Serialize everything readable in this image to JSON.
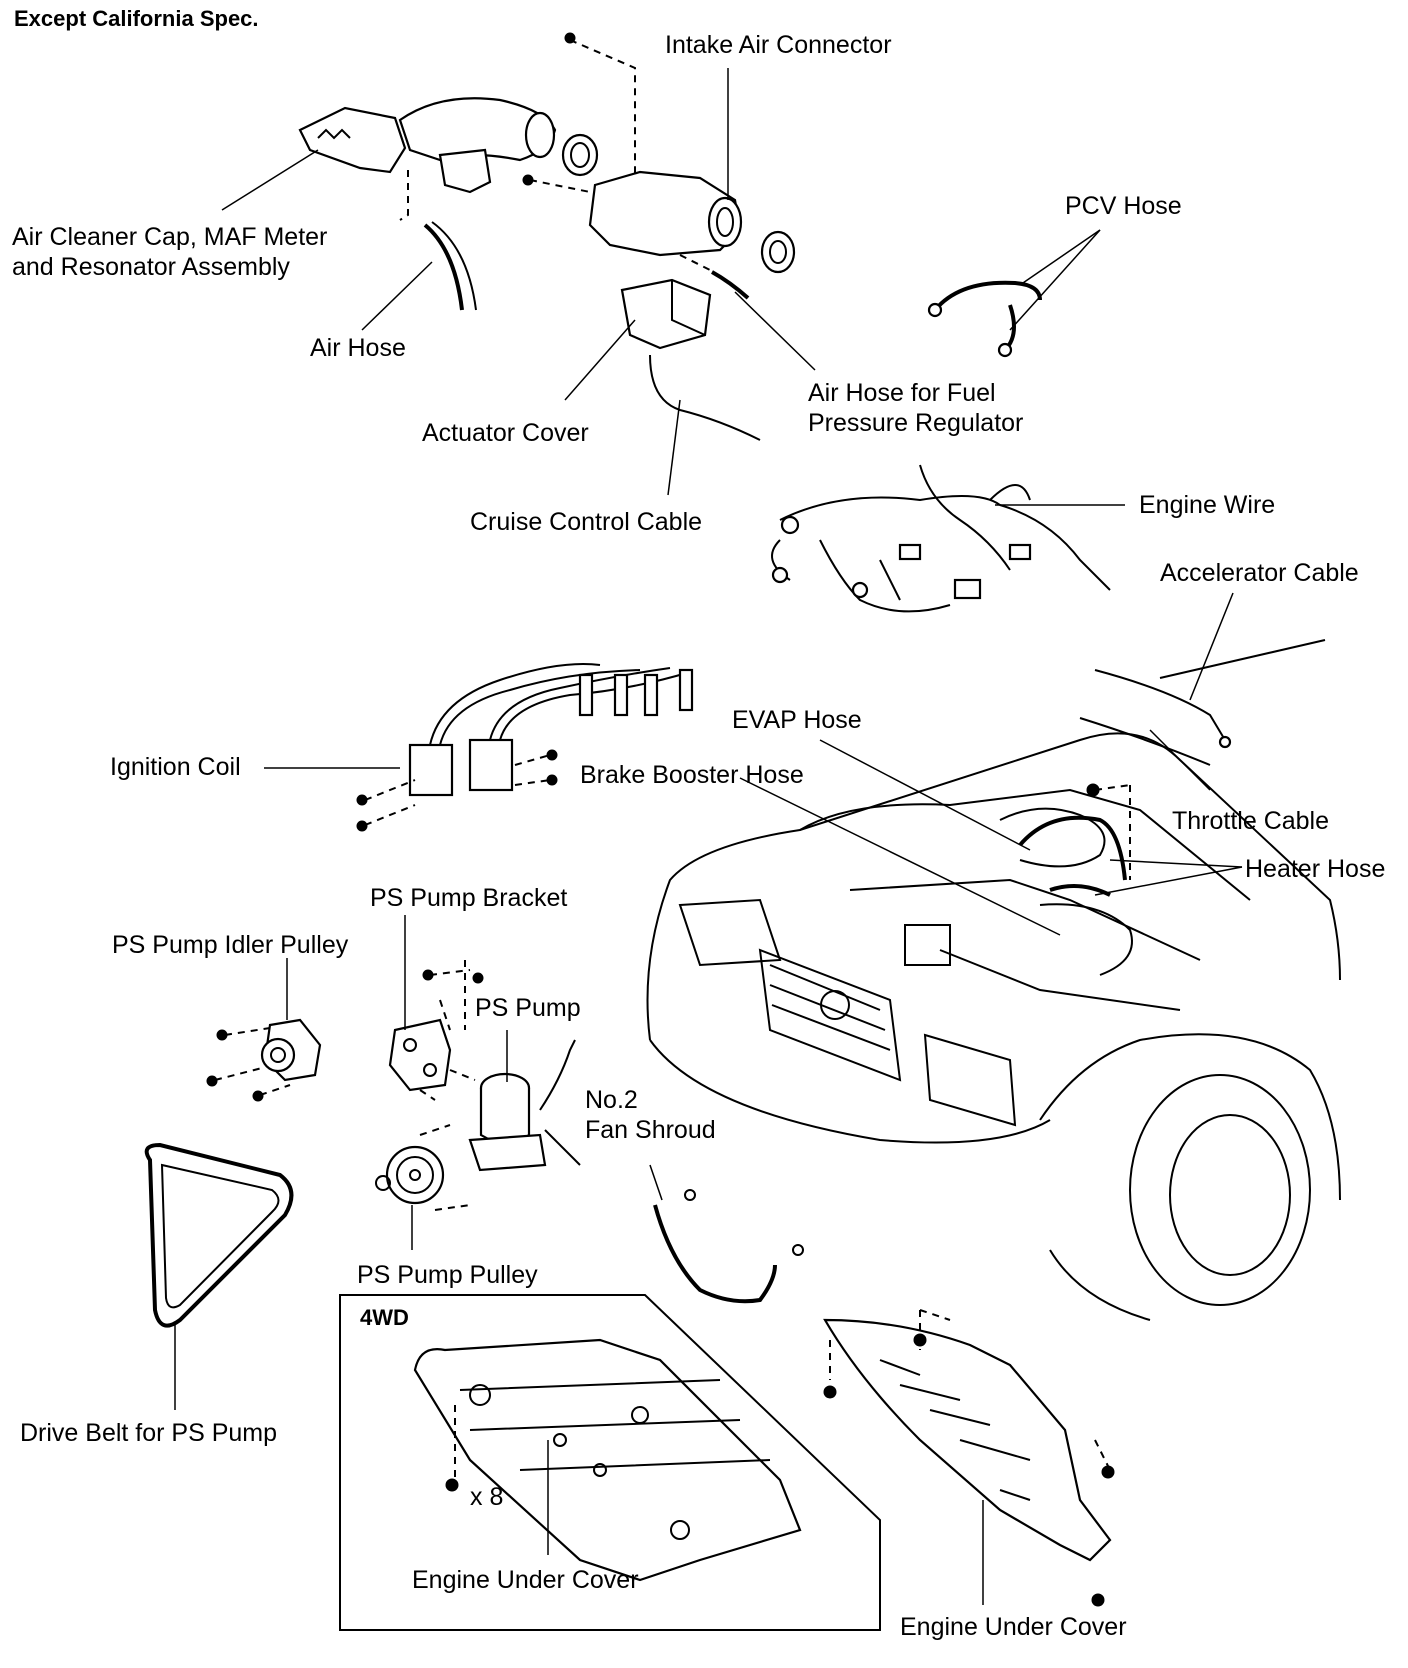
{
  "heading": "Except California Spec.",
  "labels": {
    "intake_air_connector": "Intake Air Connector",
    "air_cleaner_cap_line1": "Air Cleaner Cap, MAF Meter",
    "air_cleaner_cap_line2": "and Resonator Assembly",
    "air_hose": "Air Hose",
    "pcv_hose": "PCV Hose",
    "actuator_cover": "Actuator Cover",
    "air_hose_fuel_line1": "Air Hose for Fuel",
    "air_hose_fuel_line2": "Pressure Regulator",
    "cruise_control_cable": "Cruise Control Cable",
    "engine_wire": "Engine Wire",
    "accelerator_cable": "Accelerator Cable",
    "evap_hose": "EVAP Hose",
    "ignition_coil": "Ignition Coil",
    "brake_booster_hose": "Brake Booster Hose",
    "throttle_cable": "Throttle Cable",
    "heater_hose": "Heater Hose",
    "ps_pump_bracket": "PS Pump Bracket",
    "ps_pump_idler_pulley": "PS Pump Idler Pulley",
    "ps_pump": "PS Pump",
    "no2_fan_shroud_line1": "No.2",
    "no2_fan_shroud_line2": "Fan Shroud",
    "ps_pump_pulley": "PS Pump Pulley",
    "drive_belt": "Drive Belt for PS Pump",
    "engine_under_cover_4wd": "Engine Under Cover",
    "engine_under_cover": "Engine Under Cover"
  },
  "inset": {
    "title": "4WD",
    "bolt_count": "x 8"
  }
}
